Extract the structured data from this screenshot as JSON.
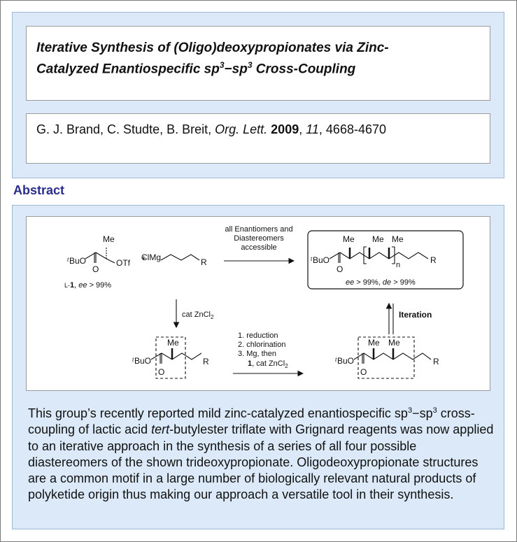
{
  "title": {
    "line1": "Iterative Synthesis of (Oligo)deoxypropionates via Zinc-",
    "line2_pre": "Catalyzed Enantiospecific sp",
    "sup1": "3",
    "line2_mid": "−sp",
    "sup2": "3",
    "line2_post": " Cross-Coupling"
  },
  "citation": {
    "authors": "G. J. Brand, C. Studte, B. Breit, ",
    "journal": "Org. Lett.",
    "year": "2009",
    "volume": "11",
    "pages": ", 4668-4670",
    "sep1": " ",
    "sep2": ", "
  },
  "abstract_heading": "Abstract",
  "scheme": {
    "me": "Me",
    "tbuo_t": "t",
    "tbuo": "BuO",
    "otf": "OTf",
    "o": "O",
    "plus": "+",
    "clmg": "ClMg",
    "r": "R",
    "l1_pre": "L-",
    "l1_num": "1",
    "l1_mid": ", ",
    "ee_label": "ee",
    "ee_val": " > 99%",
    "arrow_top_line1": "all Enantiomers and",
    "arrow_top_line2": "Diastereomers",
    "arrow_top_line3": "accessible",
    "n": "n",
    "de_label": "de",
    "product_sel_mid": " > 99%, ",
    "cat_zncl2": "cat ZnCl",
    "sub2": "2",
    "step1": "1. reduction",
    "step2": "2. chlorination",
    "step3": "3. Mg, then",
    "step4_num": "1",
    "step4": ", cat ZnCl",
    "iteration": "Iteration"
  },
  "abstract": {
    "p1": "This group’s recently reported mild zinc-catalyzed enantiospecific sp",
    "s1": "3",
    "p2": "−sp",
    "s2": "3",
    "p3": " cross-coupling of lactic acid ",
    "it": "tert",
    "p4": "-butylester triflate with Grignard reagents was now applied to an iterative approach in the synthesis of a series of all four possible diastereomers of the shown trideoxypropionate. Oligodeoxypropionate structures are a common motif in a large number of biologically relevant natural products of polyketide origin thus making our approach a versatile tool in their synthesis."
  }
}
